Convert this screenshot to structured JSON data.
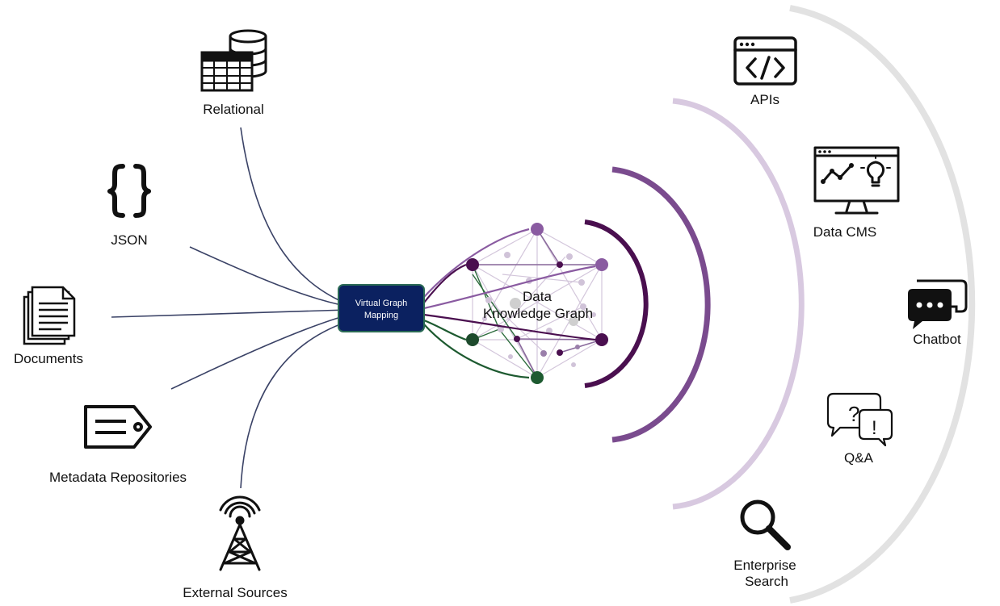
{
  "hub": {
    "line1": "Virtual Graph",
    "line2": "Mapping"
  },
  "graph": {
    "line1": "Data",
    "line2": "Knowledge Graph"
  },
  "sources": [
    {
      "id": "relational",
      "label": "Relational",
      "icon": "database-table-icon"
    },
    {
      "id": "json",
      "label": "JSON",
      "icon": "curly-braces-icon"
    },
    {
      "id": "documents",
      "label": "Documents",
      "icon": "documents-icon"
    },
    {
      "id": "metadata",
      "label": "Metadata Repositories",
      "icon": "tag-icon"
    },
    {
      "id": "external",
      "label": "External Sources",
      "icon": "radio-tower-icon"
    }
  ],
  "consumers": [
    {
      "id": "apis",
      "label": "APIs",
      "icon": "code-window-icon"
    },
    {
      "id": "cms",
      "label": "Data CMS",
      "icon": "monitor-chart-icon"
    },
    {
      "id": "chatbot",
      "label": "Chatbot",
      "icon": "chat-bubbles-icon"
    },
    {
      "id": "qa",
      "label": "Q&A",
      "icon": "question-bubbles-icon"
    },
    {
      "id": "search",
      "label_line1": "Enterprise",
      "label_line2": "Search",
      "icon": "magnifier-icon"
    }
  ],
  "colors": {
    "line": "#3a4266",
    "hub_fill": "#0b2160",
    "purple_dark": "#4a0f4f",
    "purple_mid": "#7a4b8e",
    "purple_light": "#d8c9e0",
    "gray_arc": "#e2e2e2",
    "green": "#1d5a30"
  }
}
